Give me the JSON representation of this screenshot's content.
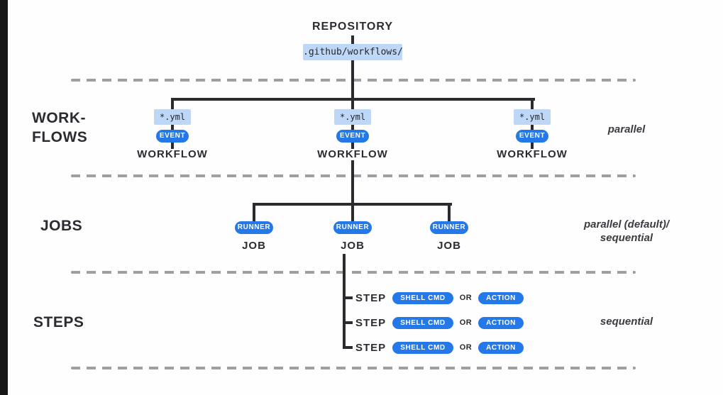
{
  "colors": {
    "accent_blue": "#2478e8",
    "badge_blue": "#bed7f6",
    "line_dark": "#2b2b2f",
    "dash_gray": "#9f9fa3"
  },
  "root": {
    "title": "REPOSITORY",
    "path_badge": ".github/workflows/"
  },
  "sections": {
    "workflows": {
      "label_line1": "WORK-",
      "label_line2": "FLOWS",
      "mode": "parallel"
    },
    "jobs": {
      "label": "JOBS",
      "mode_line1": "parallel (default)/",
      "mode_line2": "sequential"
    },
    "steps": {
      "label": "STEPS",
      "mode": "sequential"
    }
  },
  "workflows": [
    {
      "file": "*.yml",
      "trigger": "EVENT",
      "label": "WORKFLOW"
    },
    {
      "file": "*.yml",
      "trigger": "EVENT",
      "label": "WORKFLOW"
    },
    {
      "file": "*.yml",
      "trigger": "EVENT",
      "label": "WORKFLOW"
    }
  ],
  "jobs": [
    {
      "runner": "RUNNER",
      "label": "JOB"
    },
    {
      "runner": "RUNNER",
      "label": "JOB"
    },
    {
      "runner": "RUNNER",
      "label": "JOB"
    }
  ],
  "steps": [
    {
      "label": "STEP",
      "option_a": "SHELL CMD",
      "conjunction": "OR",
      "option_b": "ACTION"
    },
    {
      "label": "STEP",
      "option_a": "SHELL CMD",
      "conjunction": "OR",
      "option_b": "ACTION"
    },
    {
      "label": "STEP",
      "option_a": "SHELL CMD",
      "conjunction": "OR",
      "option_b": "ACTION"
    }
  ]
}
